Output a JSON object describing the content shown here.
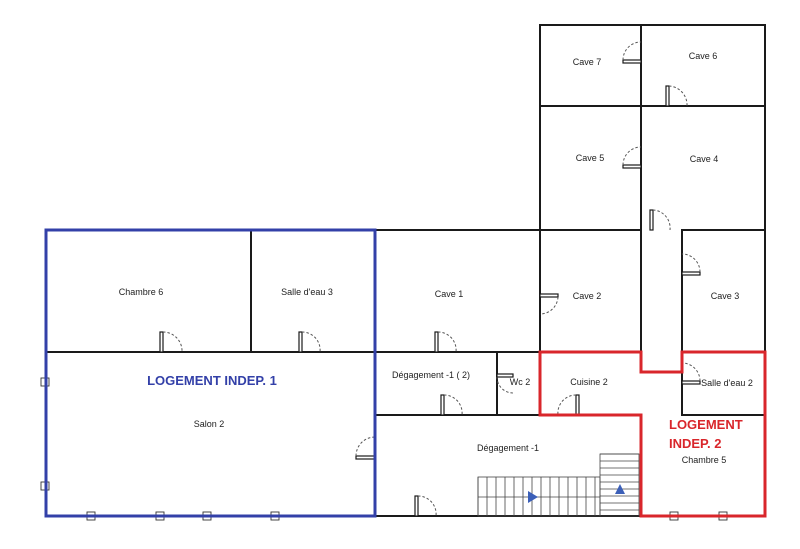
{
  "rooms": {
    "cave7": "Cave 7",
    "cave6": "Cave 6",
    "cave5": "Cave 5",
    "cave4": "Cave 4",
    "chambre6": "Chambre 6",
    "salle_eau3": "Salle d'eau 3",
    "cave1": "Cave 1",
    "cave2": "Cave 2",
    "cave3": "Cave 3",
    "degagement_1_2": "Dégagement -1 ( 2)",
    "wc2": "Wc 2",
    "cuisine2": "Cuisine 2",
    "salle_eau2": "Salle d'eau 2",
    "salon2": "Salon 2",
    "degagement_1": "Dégagement -1",
    "chambre5": "Chambre 5"
  },
  "zones": {
    "logement1": "LOGEMENT INDEP. 1",
    "logement2_line1": "LOGEMENT",
    "logement2_line2": "INDEP. 2"
  },
  "colors": {
    "logement1": "#3340a8",
    "logement2": "#d9262b",
    "stair_arrow": "#3b5fb8"
  }
}
